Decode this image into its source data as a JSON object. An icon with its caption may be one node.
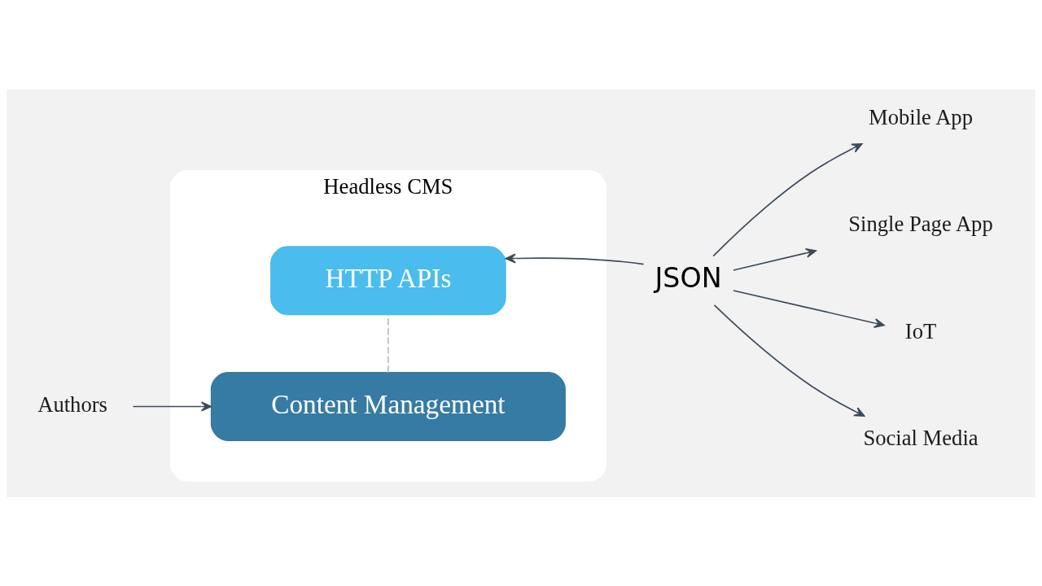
{
  "diagram": {
    "nodes": [
      {
        "text": [
          "Headless CMS"
        ]
      },
      {
        "text": [
          "Content Management"
        ],
        "in": 0
      },
      {
        "text": [
          "HTTP APIs"
        ],
        "in": 0
      },
      {
        "text": [
          "Authors"
        ]
      },
      {
        "text": [
          "JSON"
        ]
      },
      {
        "text": [
          "Mobile App"
        ]
      },
      {
        "text": [
          "Single Page App"
        ]
      },
      {
        "text": [
          "IoT"
        ]
      },
      {
        "text": [
          "Social Media"
        ]
      }
    ],
    "edges": [
      {
        "from": 3,
        "to": 1,
        "arrow": "to"
      },
      {
        "from": 1,
        "to": 2,
        "arrow": "none",
        "style": "dashed",
        "color": "#bbbbbb"
      },
      {
        "from": 4,
        "to": 2,
        "arrow": "to"
      },
      {
        "from": 4,
        "to": 5,
        "arrow": "to"
      },
      {
        "from": 4,
        "to": 6,
        "arrow": "to"
      },
      {
        "from": 4,
        "to": 7,
        "arrow": "to"
      },
      {
        "from": 4,
        "to": 8,
        "arrow": "to"
      }
    ]
  }
}
